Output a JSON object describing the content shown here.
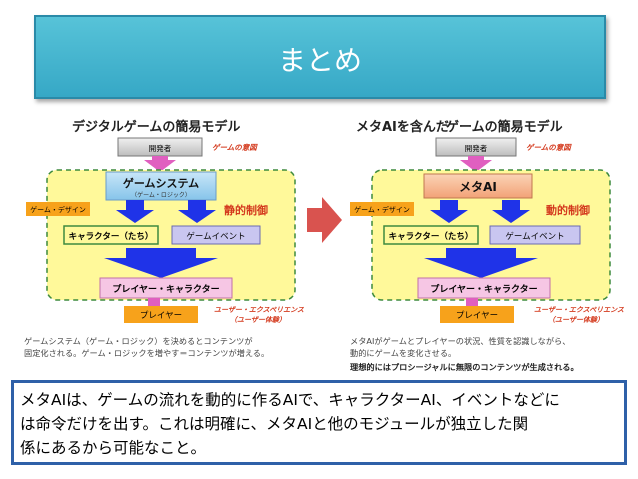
{
  "title": "まとめ",
  "left_diagram": {
    "heading": "デジタルゲームの簡易モデル",
    "developer": "開発者",
    "game_intent": "ゲームの意図",
    "system_title": "ゲームシステム",
    "system_sub": "（ゲーム・ロジック）",
    "game_design": "ゲーム・デザイン",
    "static_control": "静的制御",
    "characters": "キャラクター（たち）",
    "game_event": "ゲームイベント",
    "player_character": "プレイヤー・キャラクター",
    "player": "プレイヤー",
    "ux_line1": "ユーザー・エクスペリエンス",
    "ux_line2": "（ユーザー体験）",
    "note_line1": "ゲームシステム（ゲーム・ロジック）を決めるとコンテンツが",
    "note_line2": "固定化される。ゲーム・ロジックを増やす＝コンテンツが増える。"
  },
  "right_diagram": {
    "heading_part1": "メタAIを含んだ",
    "heading_part2": "ゲームの簡易モデル",
    "developer": "開発者",
    "game_intent": "ゲームの意図",
    "meta_ai": "メタAI",
    "game_design": "ゲーム・デザイン",
    "dynamic_control": "動的制御",
    "characters": "キャラクター（たち）",
    "game_event": "ゲームイベント",
    "player_character": "プレイヤー・キャラクター",
    "player": "プレイヤー",
    "ux_line1": "ユーザー・エクスペリエンス",
    "ux_line2": "（ユーザー体験）",
    "note_line1": "メタAIがゲームとプレイヤーの状況、性質を認識しながら、",
    "note_line2": "動的にゲームを変化させる。",
    "note_line3": "理想的にはプロシージャルに無限のコンテンツが生成される。"
  },
  "summary": {
    "line1": "メタAIは、ゲームの流れを動的に作るAIで、キャラクターAI、イベントなどに",
    "line2": "は命令だけを出す。これは明確に、メタAIと他のモジュールが独立した関",
    "line3": "係にあるから可能なこと。"
  },
  "colors": {
    "title_bg": "#45b6d0",
    "panel_yellow": "#fff99a",
    "system_blue": "#9fd0ee",
    "meta_ai_orange": "#f7b98f",
    "arrow_blue": "#1f33e8",
    "pink": "#f6c6e4",
    "orange_label": "#f7a21b",
    "red_text": "#d43a1e",
    "summary_border": "#2e60a8"
  }
}
